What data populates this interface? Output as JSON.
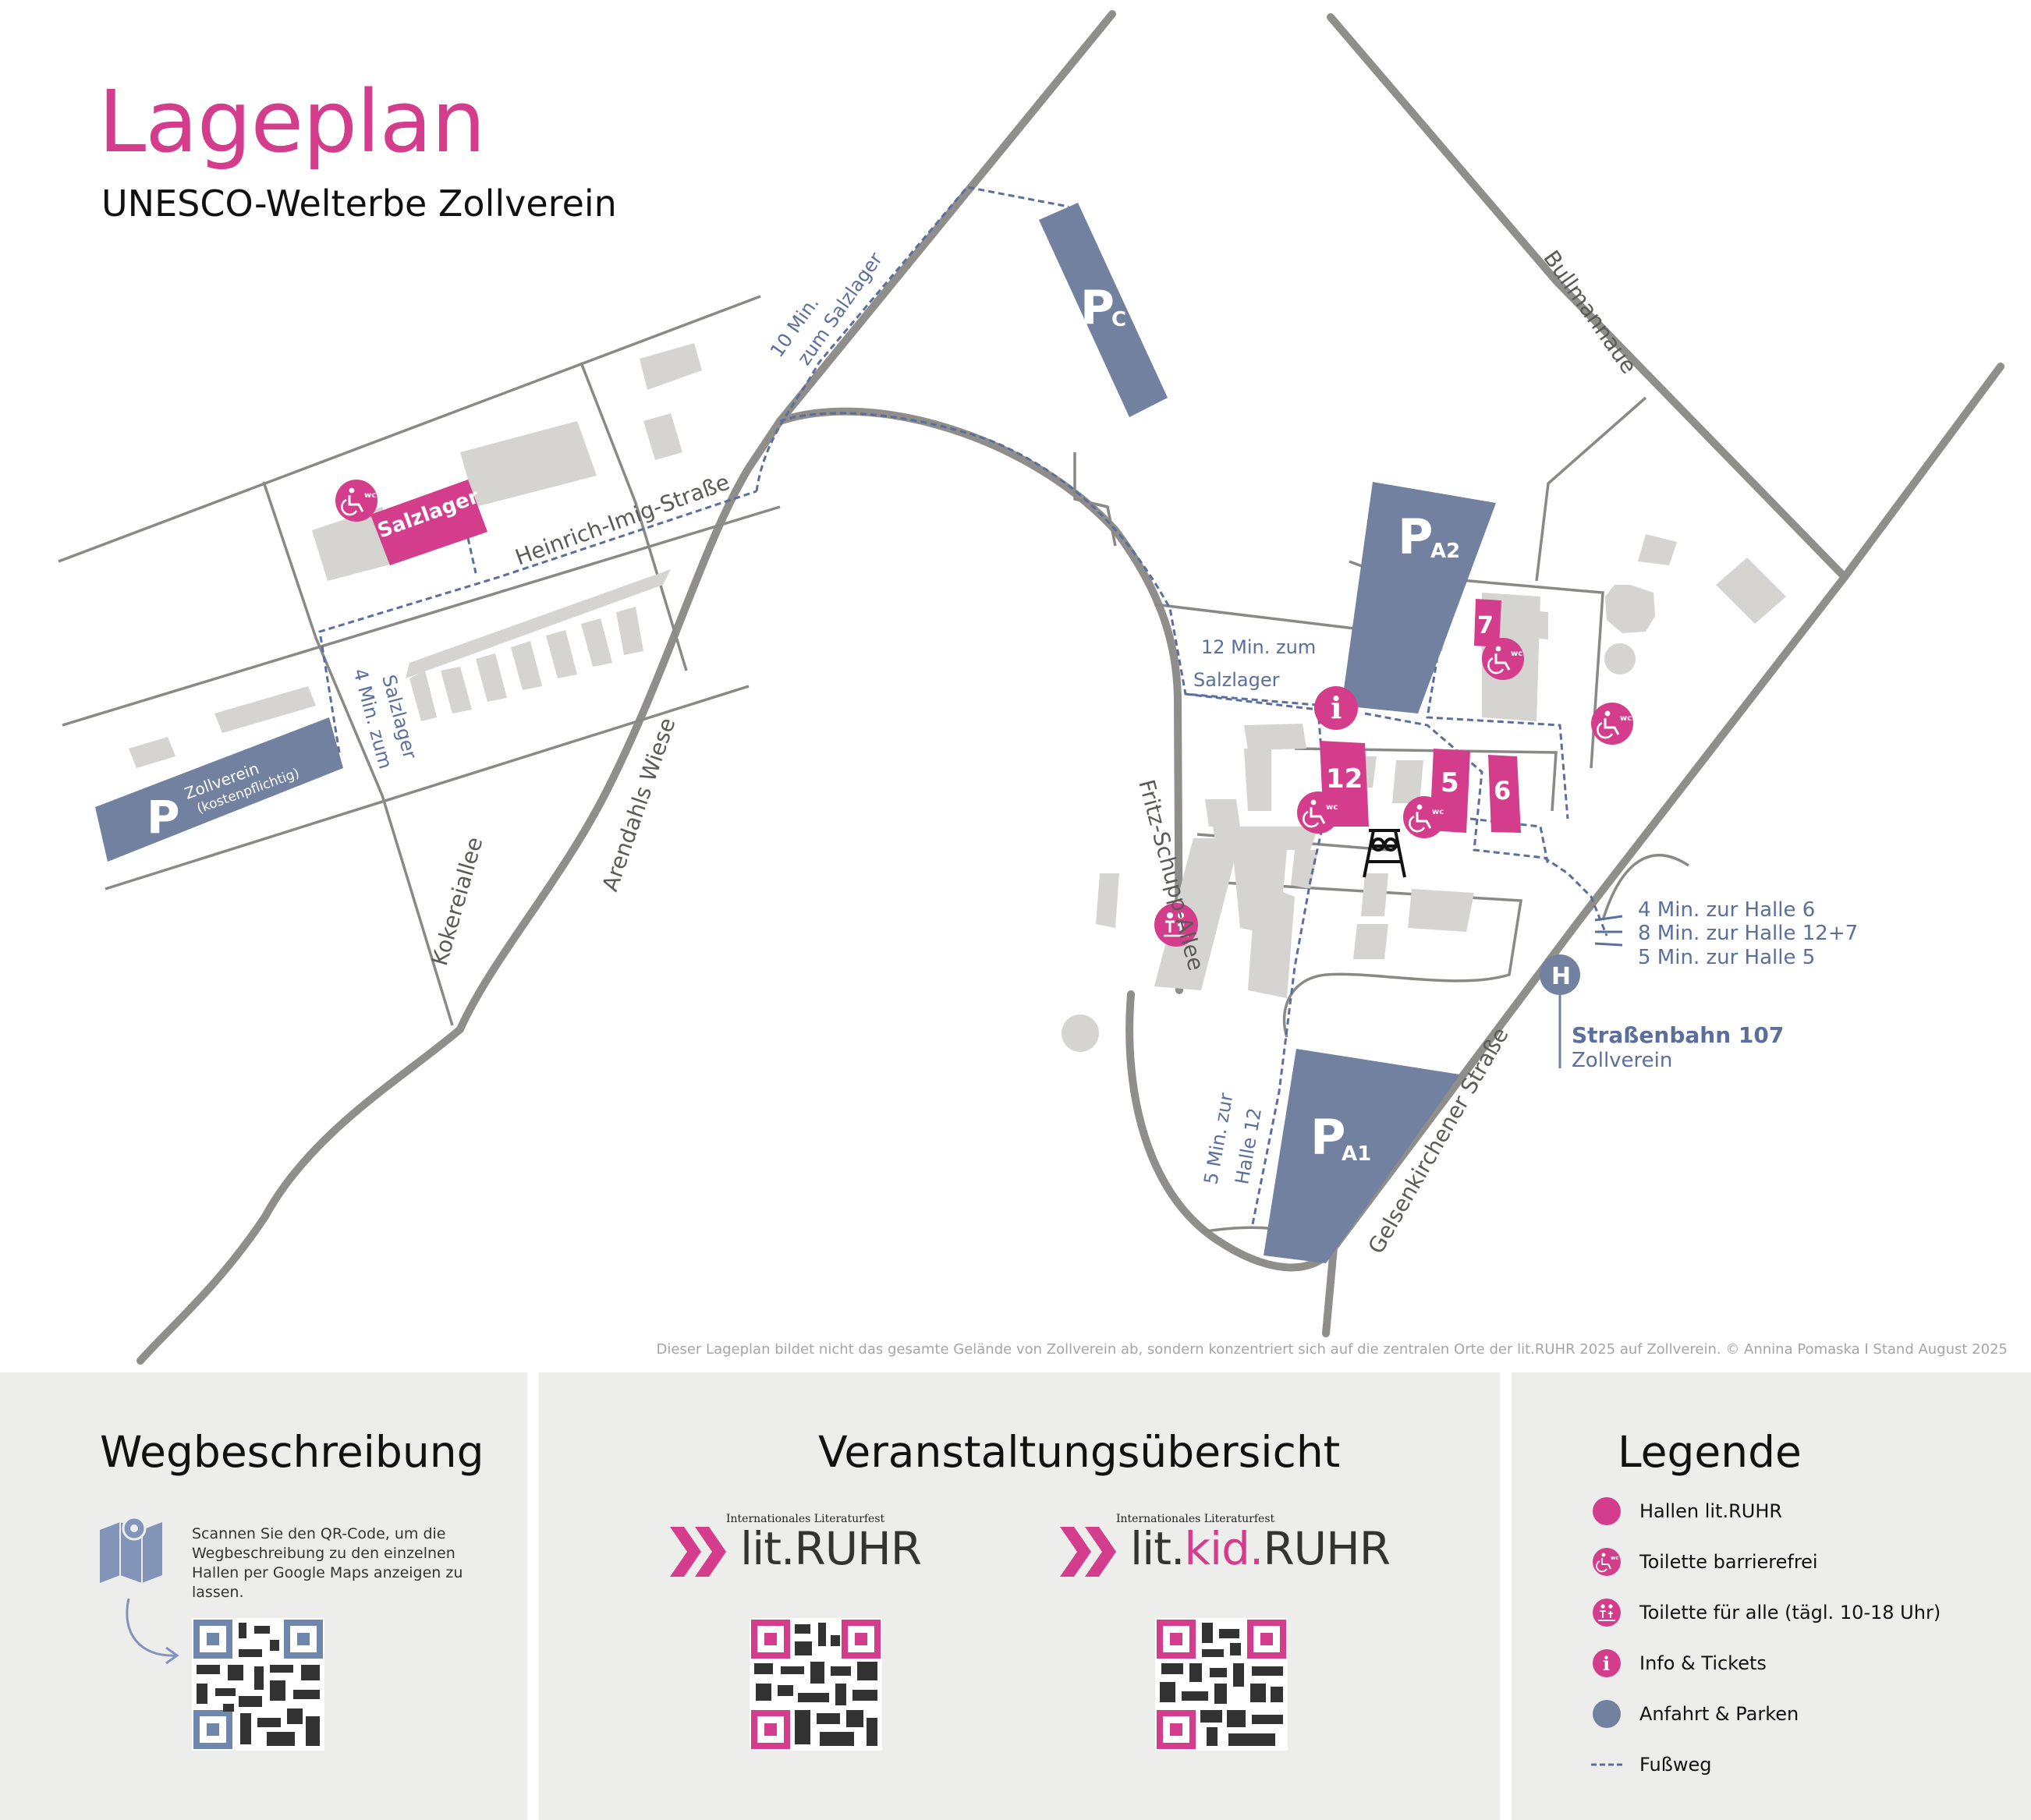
{
  "header": {
    "title": "Lageplan",
    "subtitle": "UNESCO-Welterbe Zollverein"
  },
  "colors": {
    "accent_pink": "#d33d8b",
    "parking_blue": "#72819f",
    "building_grey": "#d5d4d0",
    "road_grey": "#8f8e8b",
    "footpath_blue": "#5a6f9c",
    "panel_bg": "#ededec"
  },
  "map": {
    "roads": {
      "heinrich_imig": "Heinrich-Imig-Straße",
      "arendahls_wiese": "Arendahls Wiese",
      "kokereiallee": "Kokereiallee",
      "fritz_schupp": "Fritz-Schupp-Allee",
      "gelsenkirchener": "Gelsenkirchener Straße",
      "bullmannaue": "Bullmannaue"
    },
    "parking": {
      "pc": {
        "letter": "P",
        "sub": "C"
      },
      "pa2": {
        "letter": "P",
        "sub": "A2"
      },
      "pa1": {
        "letter": "P",
        "sub": "A1"
      },
      "zollverein": {
        "letter": "P",
        "name": "Zollverein",
        "note": "(kostenpflichtig)"
      }
    },
    "halls": {
      "salzlager": "Salzlager",
      "h12": "12",
      "h5": "5",
      "h6": "6",
      "h7": "7"
    },
    "info_icon": "i",
    "wc_label": "wc",
    "tram_stop_letter": "H",
    "walk_labels": {
      "salzlager_10_l1": "10 Min.",
      "salzlager_10_l2": "zum Salzlager",
      "salzlager_4_l1": "4 Min. zum",
      "salzlager_4_l2": "Salzlager",
      "salzlager_12_l1": "12 Min. zum",
      "salzlager_12_l2": "Salzlager",
      "halle12_l1": "5 Min. zur",
      "halle12_l2": "Halle 12",
      "tram_1": "4 Min. zur Halle 6",
      "tram_2": "8 Min. zur Halle 12+7",
      "tram_3": "5 Min. zur Halle 5"
    },
    "tram": {
      "line": "Straßenbahn 107",
      "stop": "Zollverein"
    },
    "credit": "Dieser Lageplan bildet nicht das gesamte Gelände von Zollverein ab, sondern konzentriert sich auf die zentralen Orte der lit.RUHR 2025 auf Zollverein. © Annina Pomaska I Stand August 2025"
  },
  "panels": {
    "wegbeschreibung": {
      "title": "Wegbeschreibung",
      "text": "Scannen Sie den QR-Code, um die Wegbeschreibung zu den einzelnen Hallen per Google Maps anzeigen zu lassen.",
      "icon": "map-pin-icon"
    },
    "veranstaltung": {
      "title": "Veranstaltungsübersicht",
      "logo1": {
        "small": "Internationales Literaturfest",
        "lit": "lit.",
        "ruhr": "RUHR"
      },
      "logo2": {
        "small": "Internationales Literaturfest",
        "lit": "lit.",
        "kid": "kid.",
        "ruhr": "RUHR"
      }
    },
    "legende": {
      "title": "Legende",
      "items": [
        {
          "label": "Hallen lit.RUHR",
          "icon": "pink-dot-icon"
        },
        {
          "label": "Toilette barrierefrei",
          "icon": "accessible-toilet-icon"
        },
        {
          "label": "Toilette für alle (tägl. 10-18 Uhr)",
          "icon": "toilet-for-all-icon"
        },
        {
          "label": "Info & Tickets",
          "icon": "info-icon"
        },
        {
          "label": "Anfahrt & Parken",
          "icon": "blue-dot-icon"
        },
        {
          "label": "Fußweg",
          "icon": "dashed-line-icon"
        }
      ]
    }
  }
}
